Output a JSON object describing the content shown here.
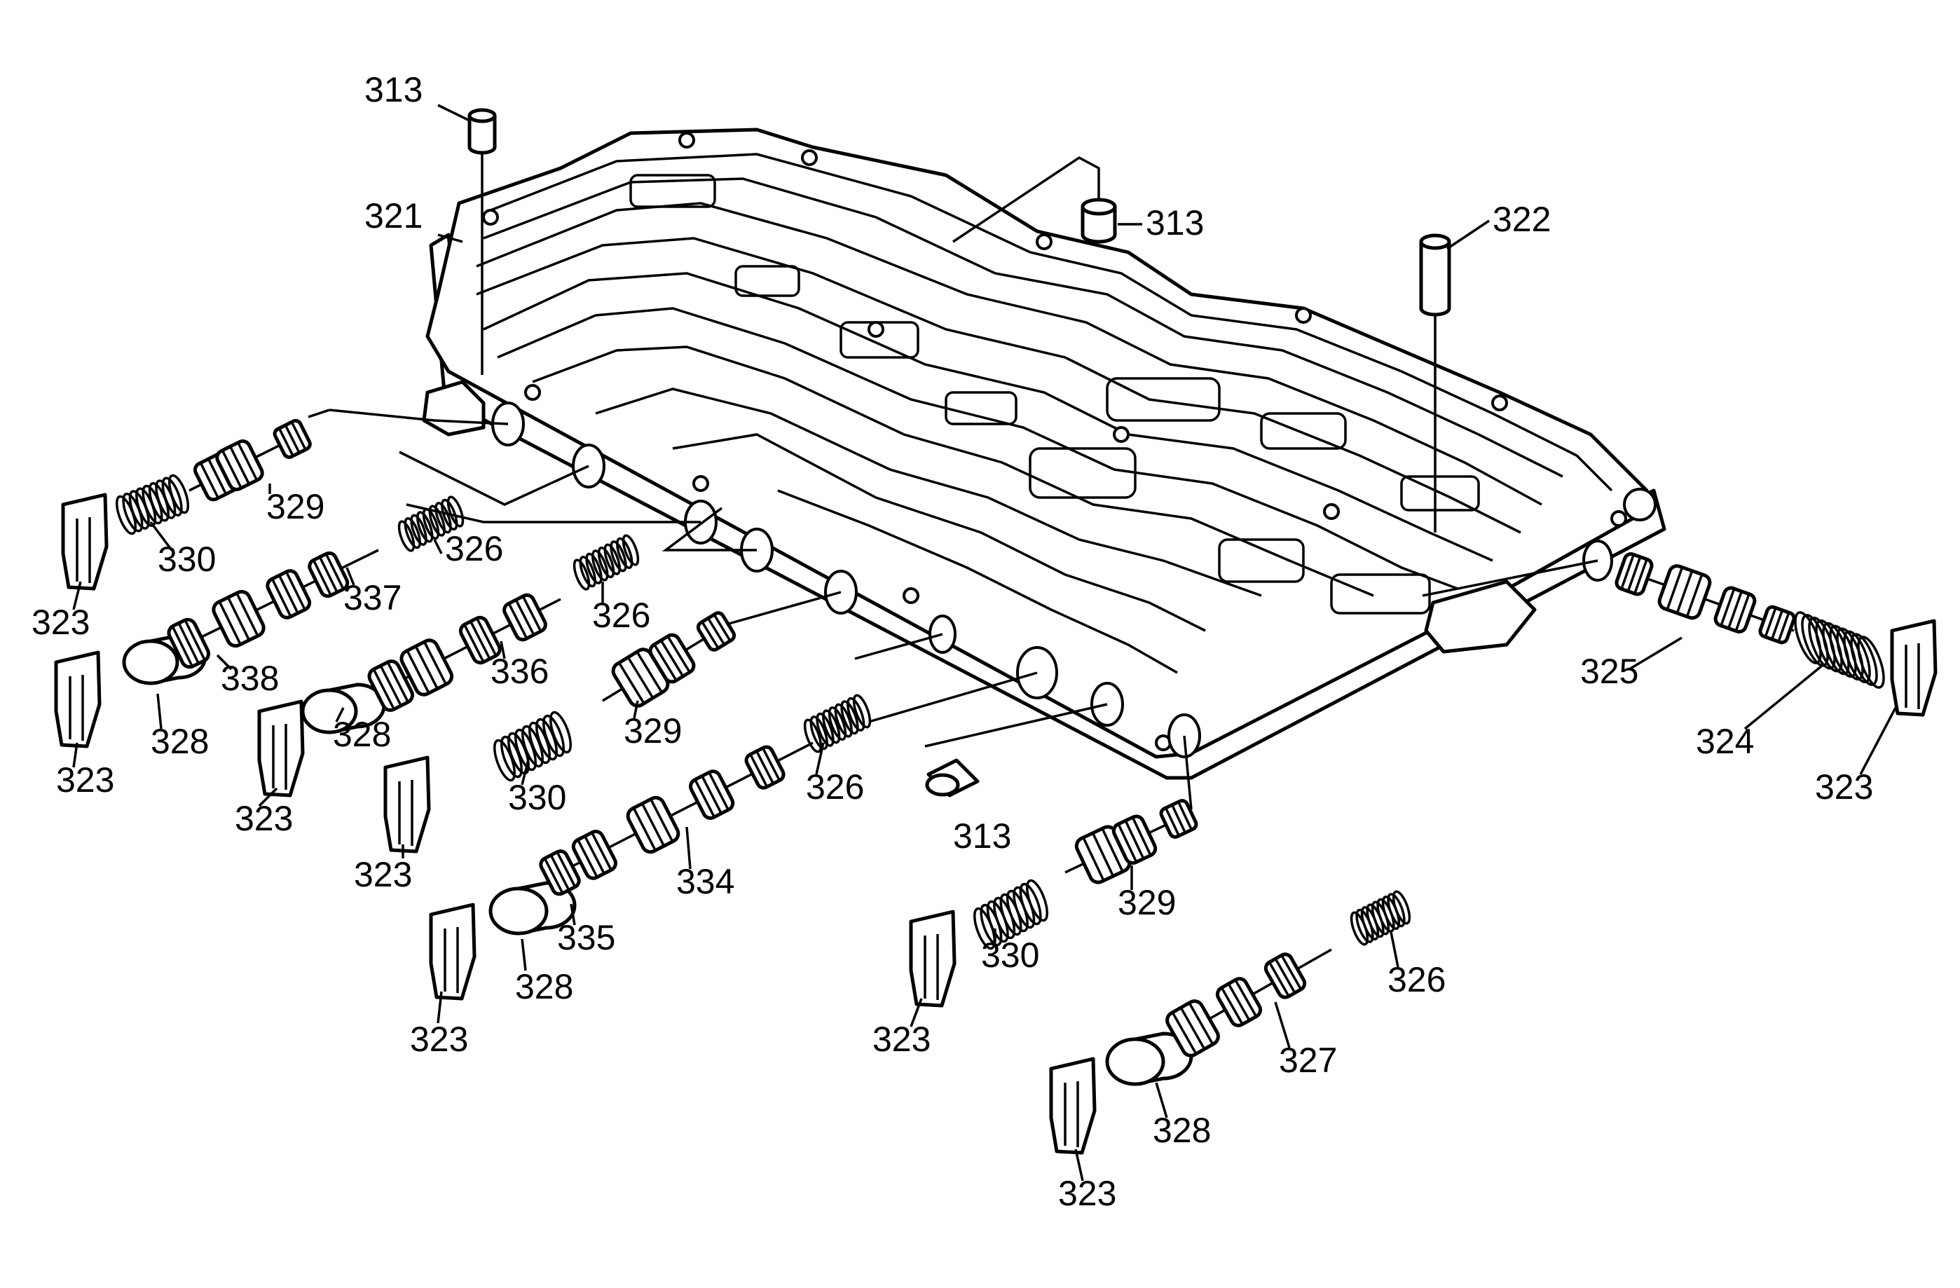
{
  "diagram": {
    "callouts": [
      {
        "id": "c313a",
        "text": "313"
      },
      {
        "id": "c313b",
        "text": "313"
      },
      {
        "id": "c313c",
        "text": "313"
      },
      {
        "id": "c321",
        "text": "321"
      },
      {
        "id": "c322",
        "text": "322"
      },
      {
        "id": "c329a",
        "text": "329"
      },
      {
        "id": "c330a",
        "text": "330"
      },
      {
        "id": "c323a",
        "text": "323"
      },
      {
        "id": "c326a",
        "text": "326"
      },
      {
        "id": "c337",
        "text": "337"
      },
      {
        "id": "c338",
        "text": "338"
      },
      {
        "id": "c328a",
        "text": "328"
      },
      {
        "id": "c323b",
        "text": "323"
      },
      {
        "id": "c326b",
        "text": "326"
      },
      {
        "id": "c336",
        "text": "336"
      },
      {
        "id": "c328b",
        "text": "328"
      },
      {
        "id": "c323c",
        "text": "323"
      },
      {
        "id": "c329b",
        "text": "329"
      },
      {
        "id": "c330b",
        "text": "330"
      },
      {
        "id": "c323d",
        "text": "323"
      },
      {
        "id": "c326c",
        "text": "326"
      },
      {
        "id": "c334",
        "text": "334"
      },
      {
        "id": "c335",
        "text": "335"
      },
      {
        "id": "c328c",
        "text": "328"
      },
      {
        "id": "c323e",
        "text": "323"
      },
      {
        "id": "c329c",
        "text": "329"
      },
      {
        "id": "c330c",
        "text": "330"
      },
      {
        "id": "c323f",
        "text": "323"
      },
      {
        "id": "c326d",
        "text": "326"
      },
      {
        "id": "c327",
        "text": "327"
      },
      {
        "id": "c328d",
        "text": "328"
      },
      {
        "id": "c323g",
        "text": "323"
      },
      {
        "id": "c325",
        "text": "325"
      },
      {
        "id": "c324",
        "text": "324"
      },
      {
        "id": "c323h",
        "text": "323"
      }
    ]
  }
}
